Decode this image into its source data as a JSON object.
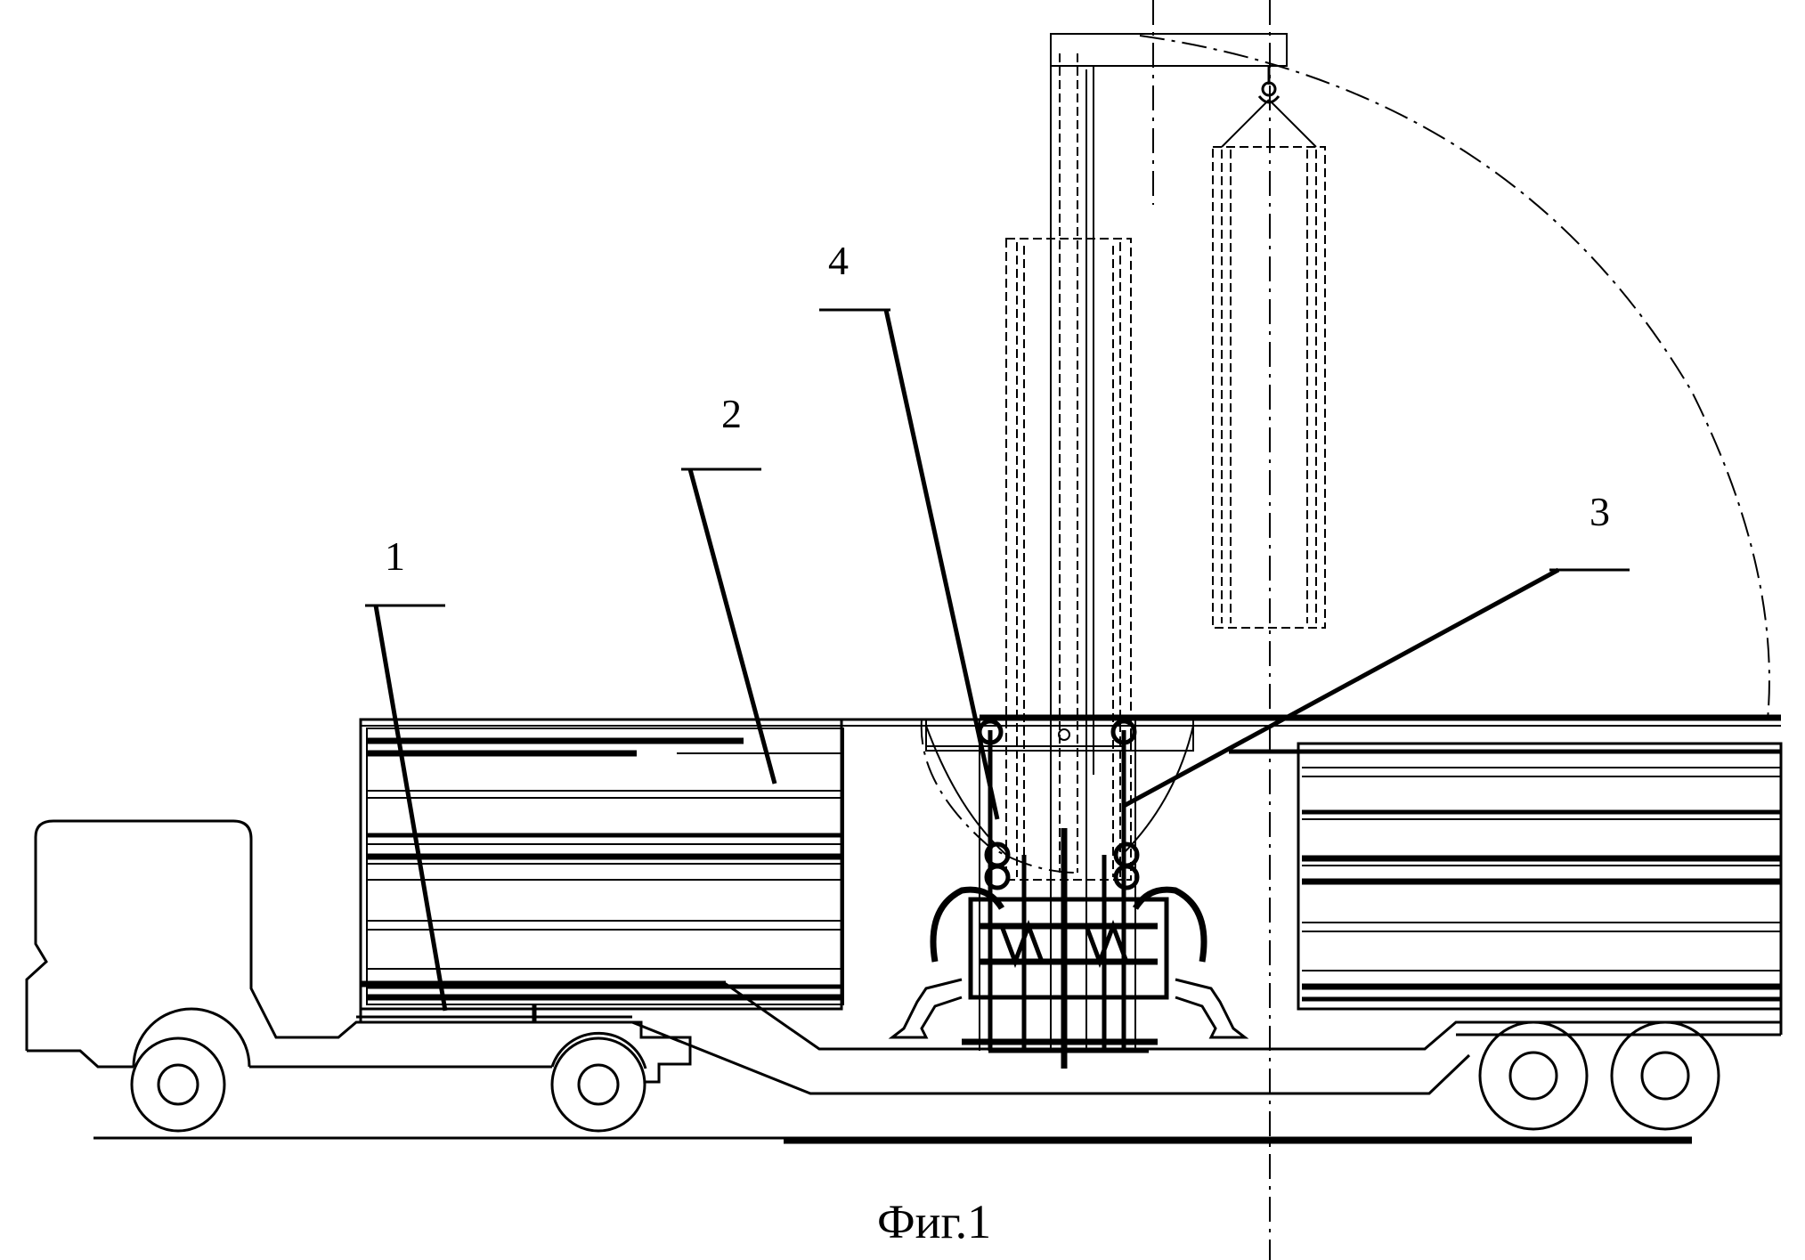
{
  "figure": {
    "caption": "Фиг.1"
  },
  "callouts": [
    {
      "id": "callout-1",
      "label": "1"
    },
    {
      "id": "callout-2",
      "label": "2"
    },
    {
      "id": "callout-3",
      "label": "3"
    },
    {
      "id": "callout-4",
      "label": "4"
    }
  ]
}
